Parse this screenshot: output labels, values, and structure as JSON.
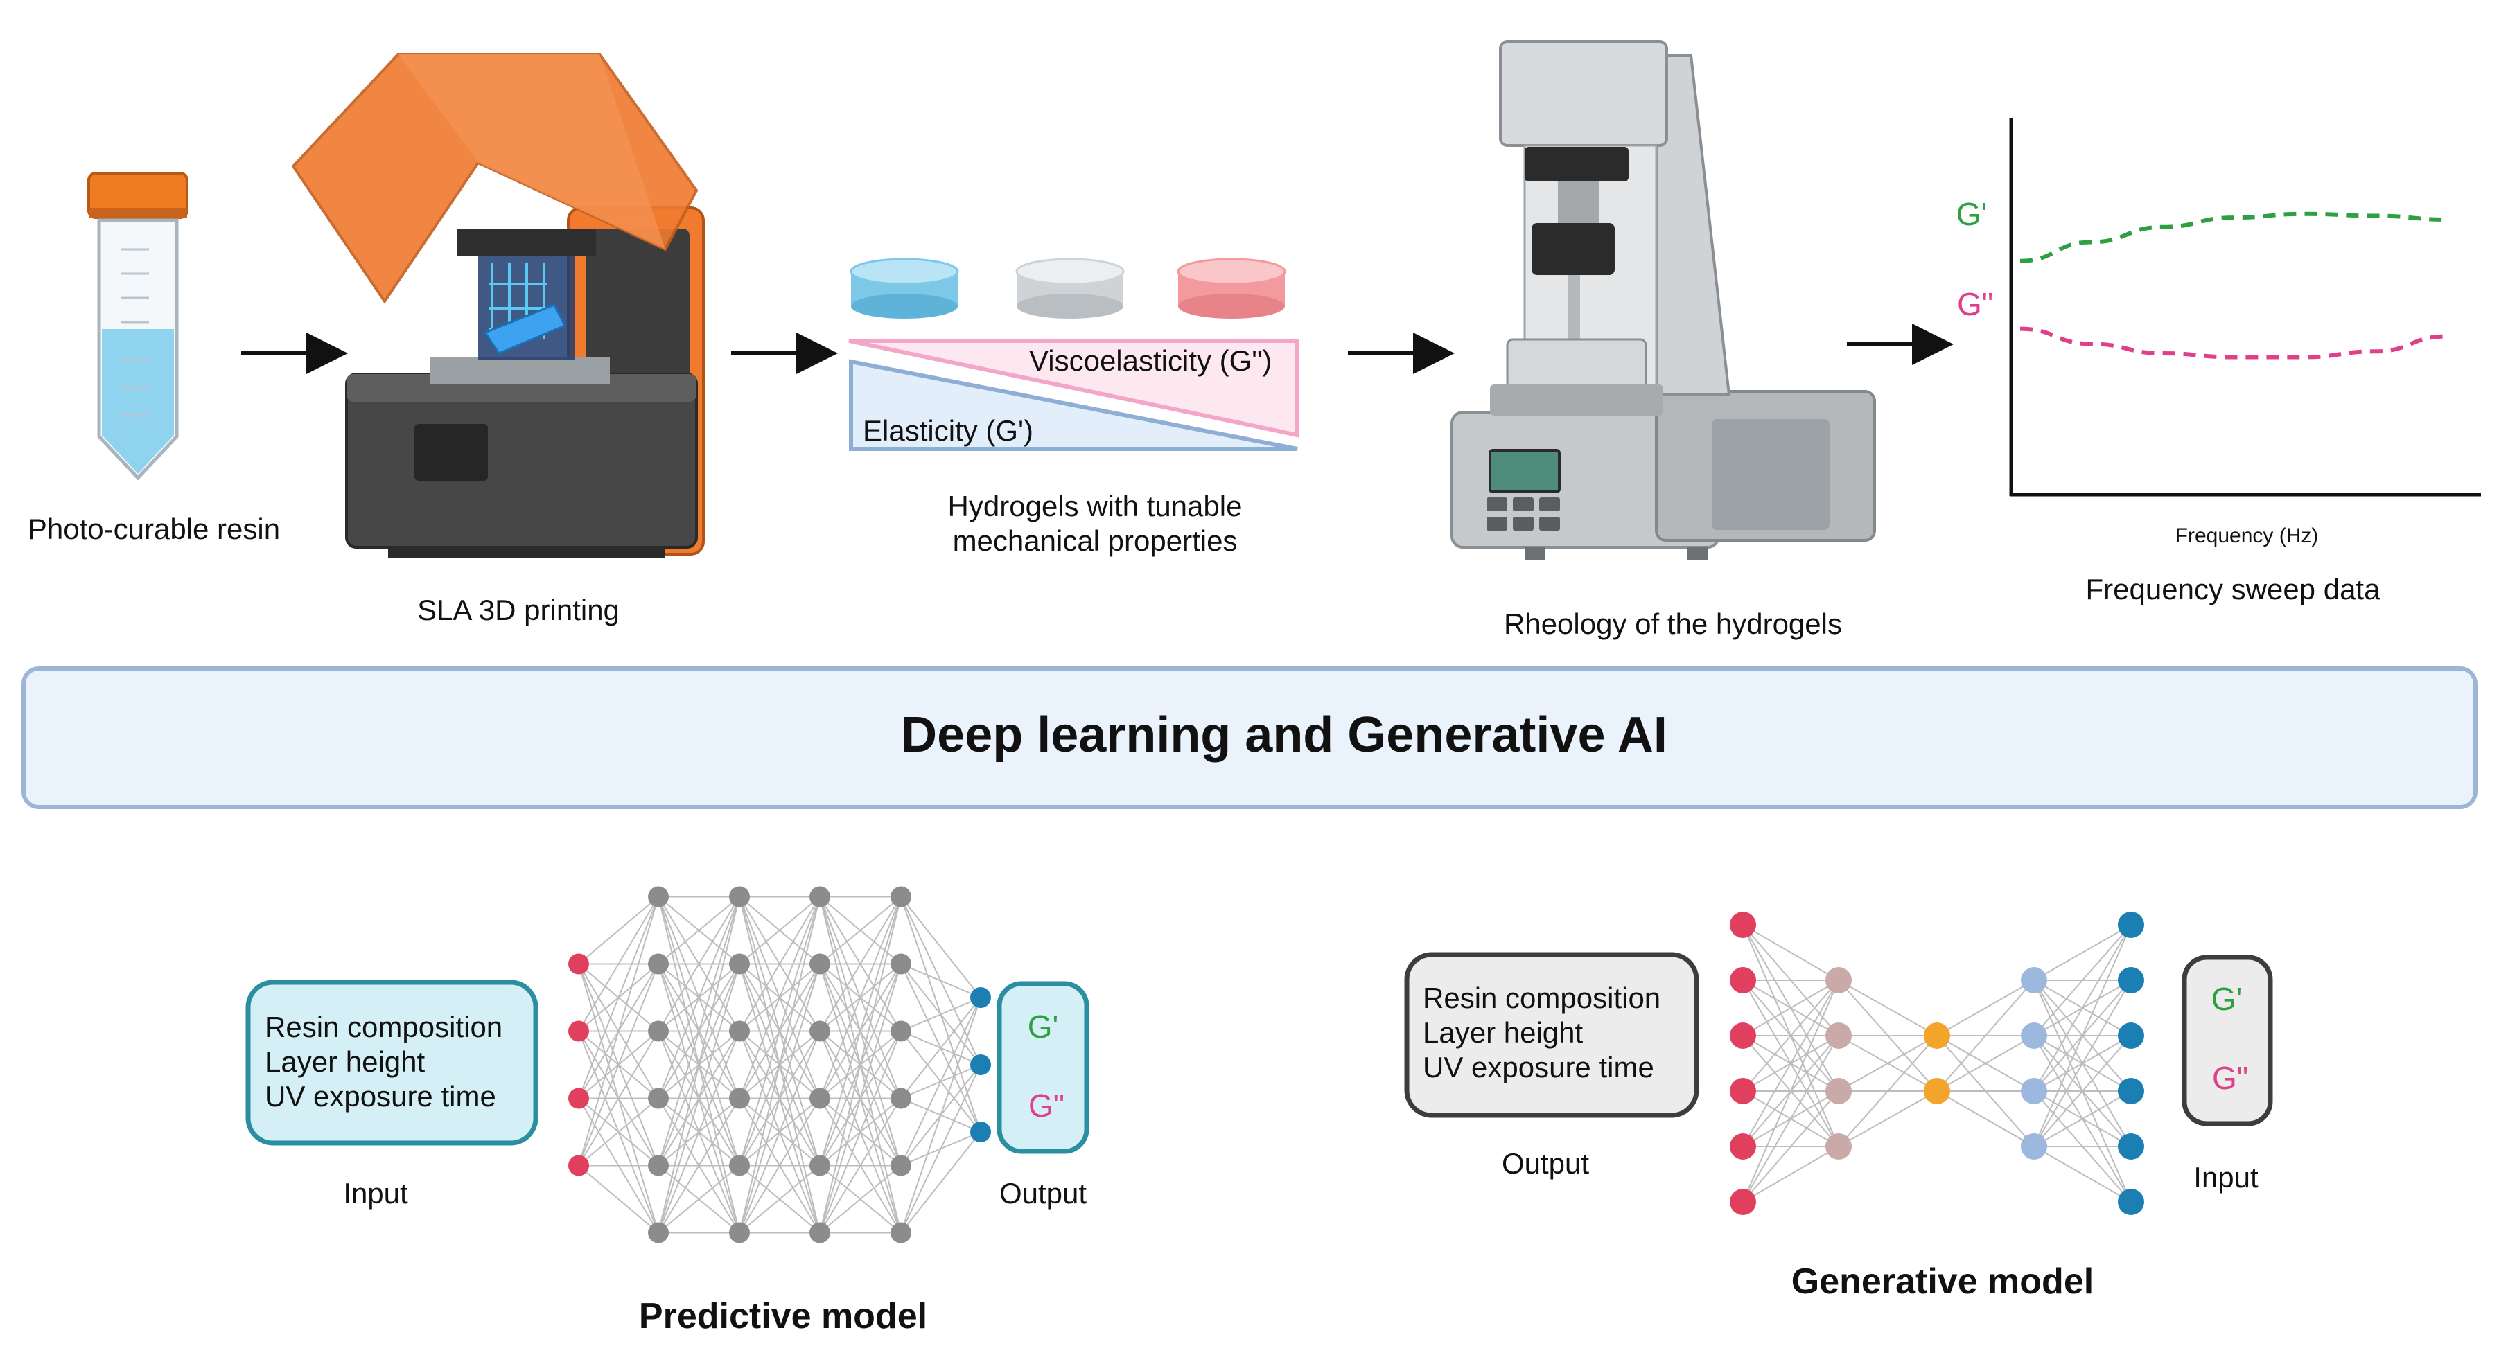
{
  "pipeline": {
    "resin_caption": "Photo-curable resin",
    "printing_caption": "SLA 3D printing",
    "viscoelasticity_label": "Viscoelasticity (G\")",
    "elasticity_label": "Elasticity (G')",
    "hydrogels_caption_line1": "Hydrogels with tunable",
    "hydrogels_caption_line2": "mechanical properties",
    "rheology_caption": "Rheology of the hydrogels",
    "rheometer_screen_color": "#4f8d7a"
  },
  "chart_data": {
    "type": "line",
    "xlabel": "Frequency (Hz)",
    "ylabel": "",
    "caption": "Frequency sweep data",
    "series": [
      {
        "name": "G'",
        "color": "#2ea043",
        "style": "dashed",
        "values": [
          0.62,
          0.67,
          0.71,
          0.735,
          0.745,
          0.74,
          0.73
        ]
      },
      {
        "name": "G\"",
        "color": "#e0408a",
        "style": "dashed",
        "values": [
          0.44,
          0.4,
          0.375,
          0.365,
          0.365,
          0.38,
          0.42
        ]
      }
    ],
    "x": [
      0,
      1,
      2,
      3,
      4,
      5,
      6
    ],
    "ylim": [
      0,
      1
    ],
    "grid": false,
    "legend": "left"
  },
  "banner": {
    "title": "Deep learning and Generative AI",
    "fill": "#eaf2fb",
    "border": "#9db6d6"
  },
  "predictive": {
    "title": "Predictive model",
    "input_box": {
      "line1": "Resin composition",
      "line2": "Layer height",
      "line3": "UV exposure time"
    },
    "input_label": "Input",
    "output_label": "Output",
    "output_g1": "G'",
    "output_g2": "G\"",
    "box_fill": "#d4eff6",
    "box_border": "#2a8fa0",
    "layers": [
      {
        "count": 4,
        "color": "#e0405e"
      },
      {
        "count": 6,
        "color": "#8c8c8c"
      },
      {
        "count": 6,
        "color": "#8c8c8c"
      },
      {
        "count": 6,
        "color": "#8c8c8c"
      },
      {
        "count": 6,
        "color": "#8c8c8c"
      },
      {
        "count": 3,
        "color": "#1b7fb3"
      }
    ]
  },
  "generative": {
    "title": "Generative model",
    "output_box": {
      "line1": "Resin composition",
      "line2": "Layer height",
      "line3": "UV exposure time"
    },
    "output_label": "Output",
    "input_label": "Input",
    "input_g1": "G'",
    "input_g2": "G\"",
    "box_fill": "#ececec",
    "box_border": "#3d3d3d",
    "layers": [
      {
        "count": 6,
        "color": "#e0405e"
      },
      {
        "count": 4,
        "color": "#c9aaa8"
      },
      {
        "count": 2,
        "color": "#f2a42b"
      },
      {
        "count": 4,
        "color": "#9db8de"
      },
      {
        "count": 6,
        "color": "#1b7fb3"
      }
    ]
  },
  "colors": {
    "g_prime": "#2ea043",
    "g_double_prime": "#e0408a",
    "printer_orange": "#f07a2e",
    "printer_body": "#3c3c3c",
    "tube_cap": "#ef7b22",
    "resin_blue": "#8fd3ee"
  }
}
